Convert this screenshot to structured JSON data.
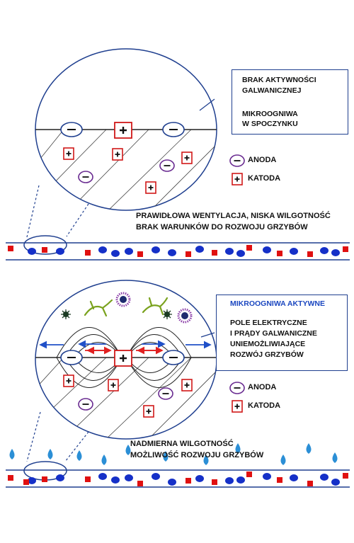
{
  "top": {
    "box_line1": "BRAK AKTYWNOŚCI",
    "box_line2": "GALWANICZNEJ",
    "box_line3": "MIKROOGNIWA",
    "box_line4": "W SPOCZYNKU",
    "legend_anode": "ANODA",
    "legend_cathode": "KATODA",
    "caption_line1": "PRAWIDŁOWA WENTYLACJA, NISKA WILGOTNOŚĆ",
    "caption_line2": "BRAK WARUNKÓW DO ROZWOJU GRZYBÓW"
  },
  "bottom": {
    "box_title": "MIKROOGNIWA AKTYWNE",
    "box_line1": "POLE ELEKTRYCZNE",
    "box_line2": "I PRĄDY GALWANICZNE",
    "box_line3": "UNIEMOŻLIWIAJĄCE",
    "box_line4": "ROZWÓJ GRZYBÓW",
    "legend_anode": "ANODA",
    "legend_cathode": "KATODA",
    "caption_line1": "NADMIERNA WILGOTNOŚĆ",
    "caption_line2": "MOŻLIWOŚĆ ROZWOJU GRZYBÓW"
  },
  "symbols": {
    "plus": "+",
    "minus": "—"
  },
  "colors": {
    "line": "#1f3f8f",
    "cathode": "#e01010",
    "anode": "#1530c8",
    "ring": "#6a2c91",
    "drop": "#2b8fd6",
    "arrow_red": "#e02020",
    "arrow_blue": "#2050c8"
  }
}
